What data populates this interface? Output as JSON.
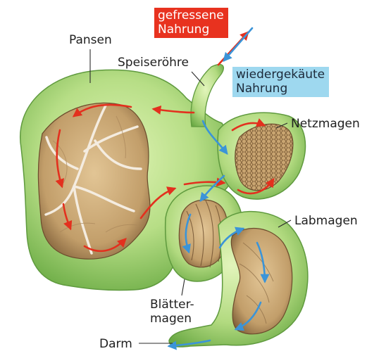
{
  "labels": {
    "gefressene_nahrung": [
      "gefressene",
      "Nahrung"
    ],
    "wiedergekaeute_nahrung": [
      "wiedergekäute",
      "Nahrung"
    ],
    "pansen": "Pansen",
    "speiseroehre": "Speiseröhre",
    "netzmagen": "Netzmagen",
    "labmagen": "Labmagen",
    "blaettermagen": [
      "Blätter-",
      "magen"
    ],
    "darm": "Darm"
  },
  "colors": {
    "stomach_outer": "#9ccf6a",
    "stomach_inner": "#d6efa6",
    "cavity": "#c6a574",
    "cavity_dark": "#8a6a44",
    "red_arrow": "#e3301e",
    "blue_arrow": "#3b94d8",
    "red_label_bg": "#e8321f",
    "blue_label_bg": "#9ed8ef"
  }
}
